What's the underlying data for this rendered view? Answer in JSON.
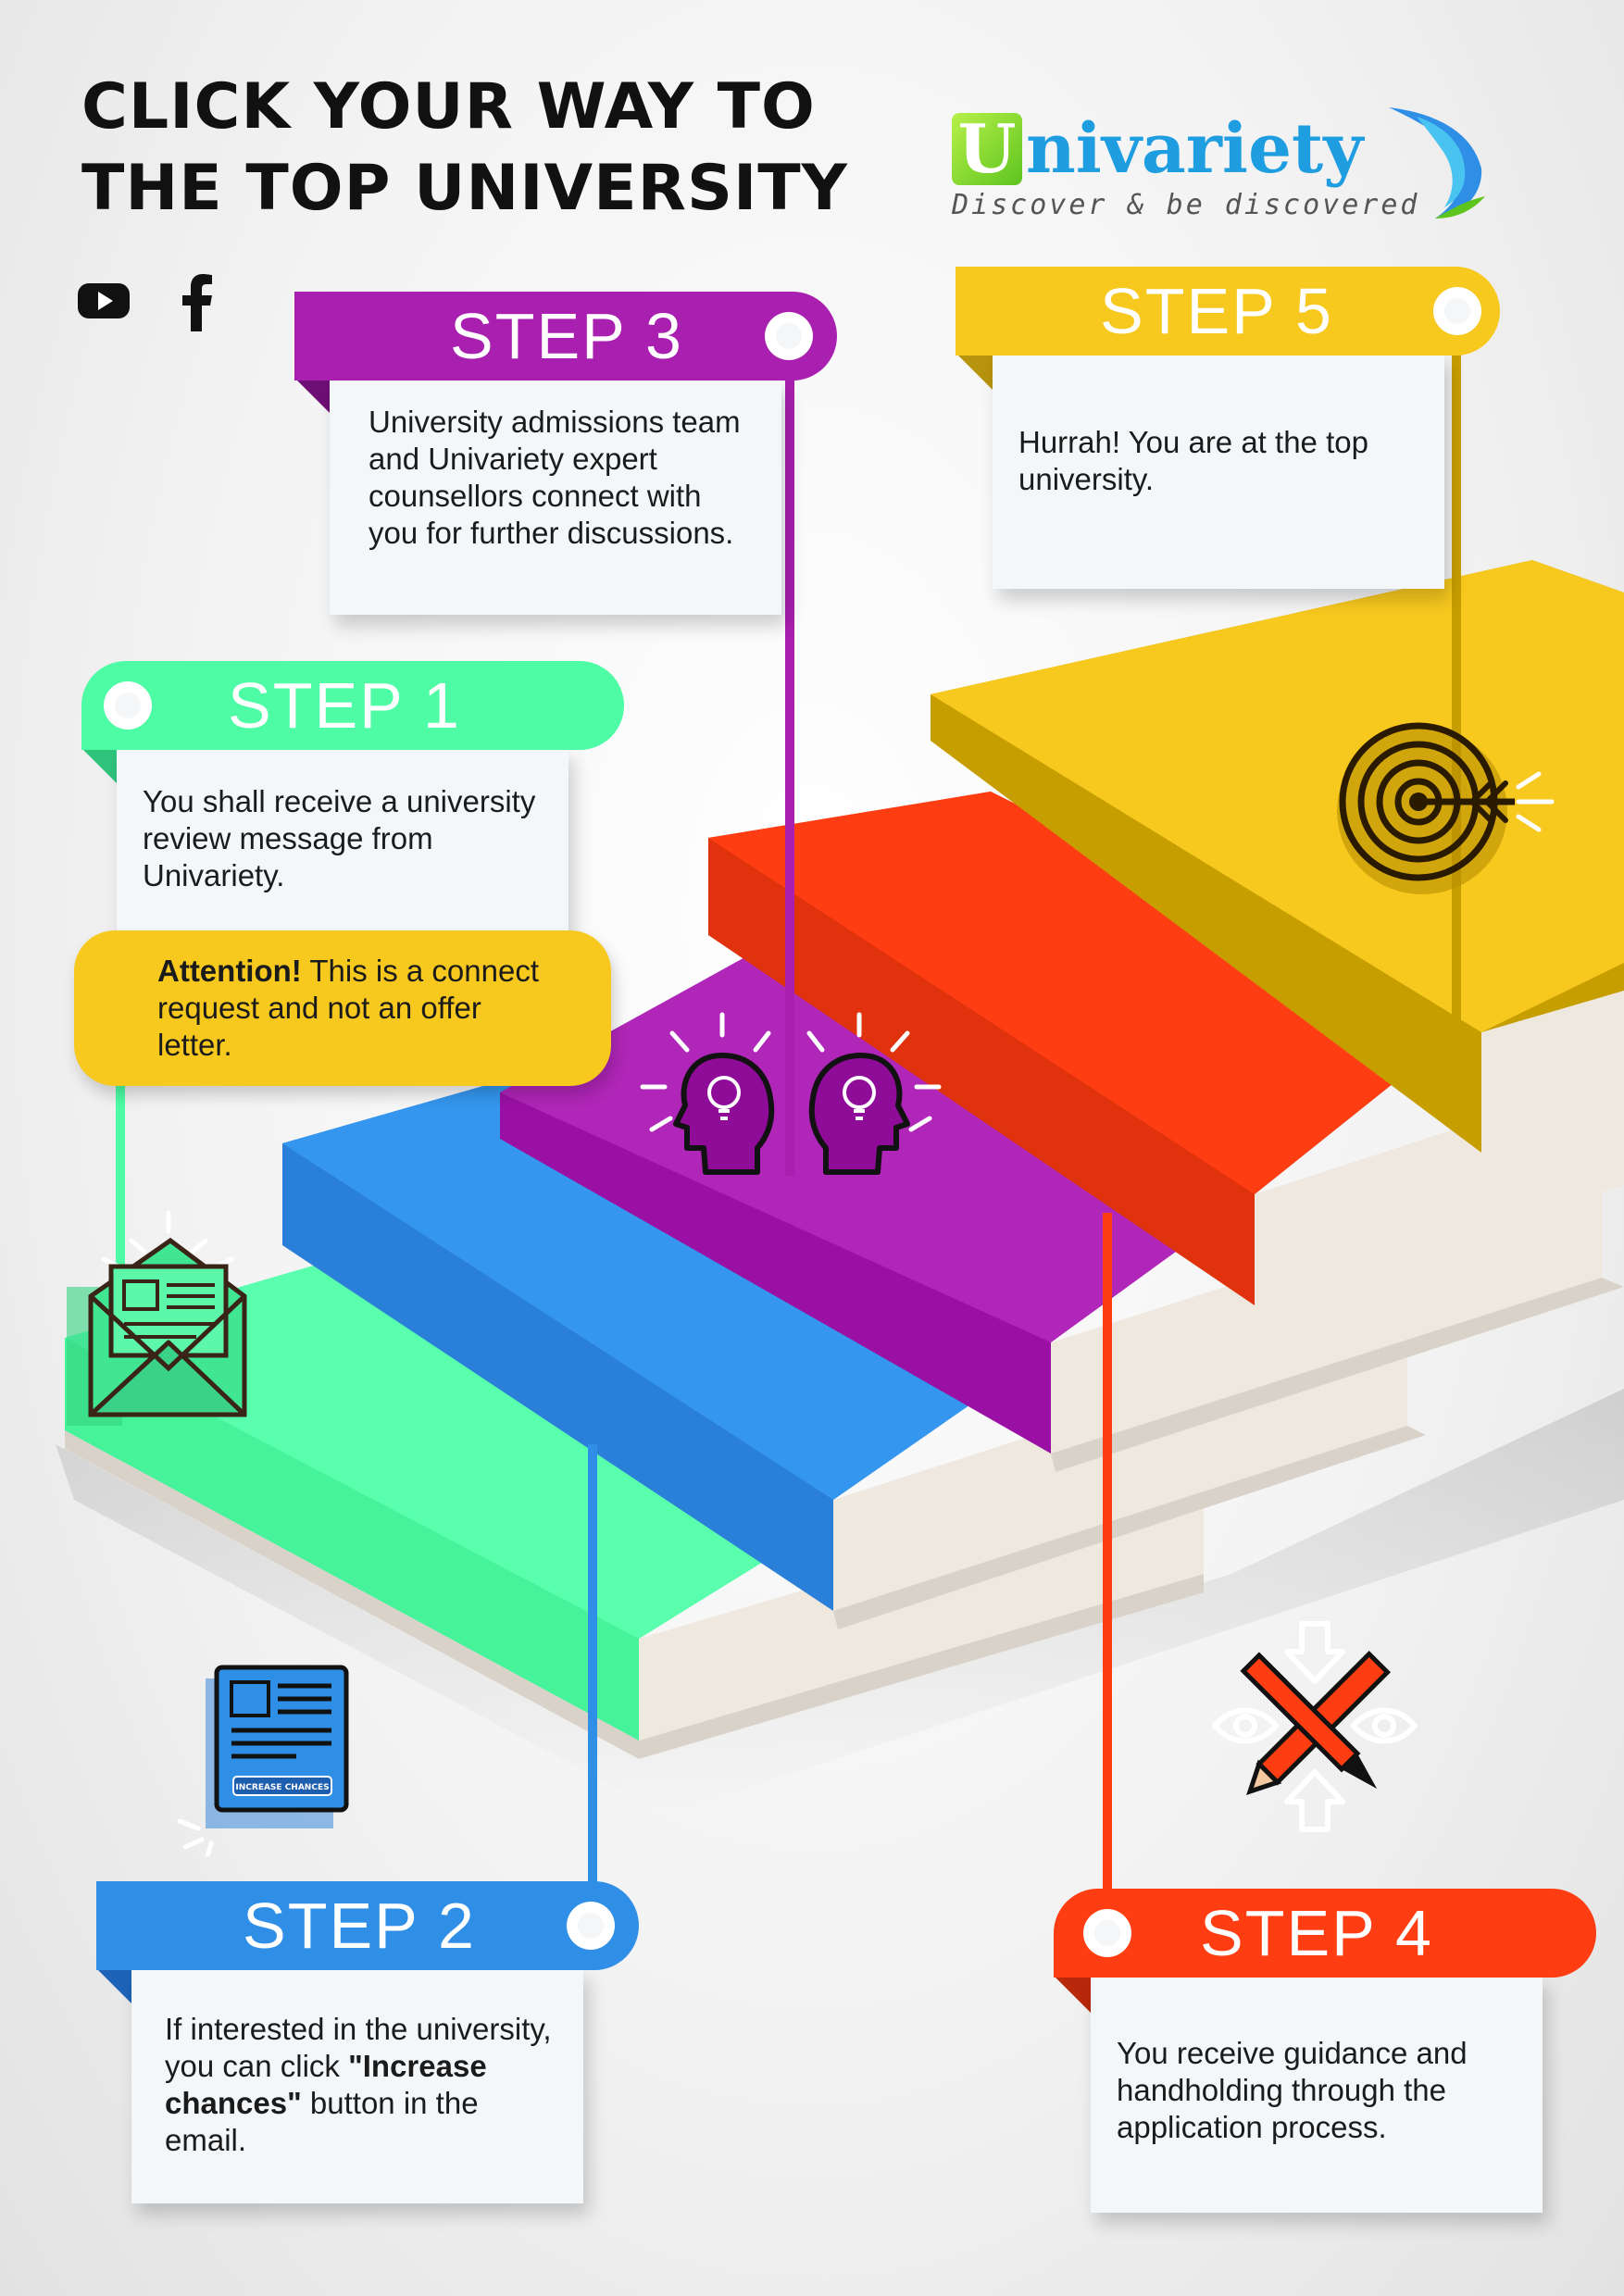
{
  "headline": {
    "line1": "CLICK YOUR WAY TO",
    "line2": "THE TOP UNIVERSITY"
  },
  "social": {
    "icons": [
      "youtube-icon",
      "facebook-icon"
    ]
  },
  "logo": {
    "letter": "U",
    "word": "nivariety",
    "tagline": "Discover & be discovered"
  },
  "colors": {
    "step1": "#4dfca4",
    "step2": "#2f8fe6",
    "step3": "#a91fb0",
    "step4": "#ff3d12",
    "step5": "#f7c81e"
  },
  "steps": {
    "step1": {
      "label": "STEP 1",
      "text": "You shall receive a university review message from Univariety."
    },
    "attention": {
      "bold": "Attention!",
      "text": " This is a connect request and not an offer letter."
    },
    "step2": {
      "label": "STEP 2",
      "text_before": "If interested in the university, you can click ",
      "text_bold": "\"Increase chances\"",
      "text_after": " button in the email."
    },
    "step3": {
      "label": "STEP 3",
      "text": "University admissions team and Univariety expert counsellors connect with you for further discussions."
    },
    "step4": {
      "label": "STEP 4",
      "text": "You receive guidance and handholding through the application process."
    },
    "step5": {
      "label": "STEP 5",
      "text": "Hurrah! You are at the top university."
    }
  },
  "icons": {
    "document_button_label": "INCREASE CHANCES",
    "names": [
      "envelope-icon",
      "document-icon",
      "thinking-heads-icon",
      "pencil-pen-icon",
      "target-arrow-icon"
    ]
  }
}
